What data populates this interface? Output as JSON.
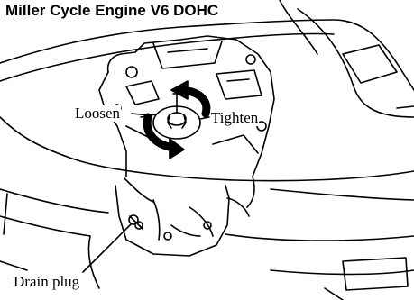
{
  "diagram": {
    "title": "Miller Cycle Engine V6 DOHC",
    "labels": {
      "loosen": "Loosen",
      "tighten": "Tighten",
      "drain_plug": "Drain plug"
    }
  }
}
